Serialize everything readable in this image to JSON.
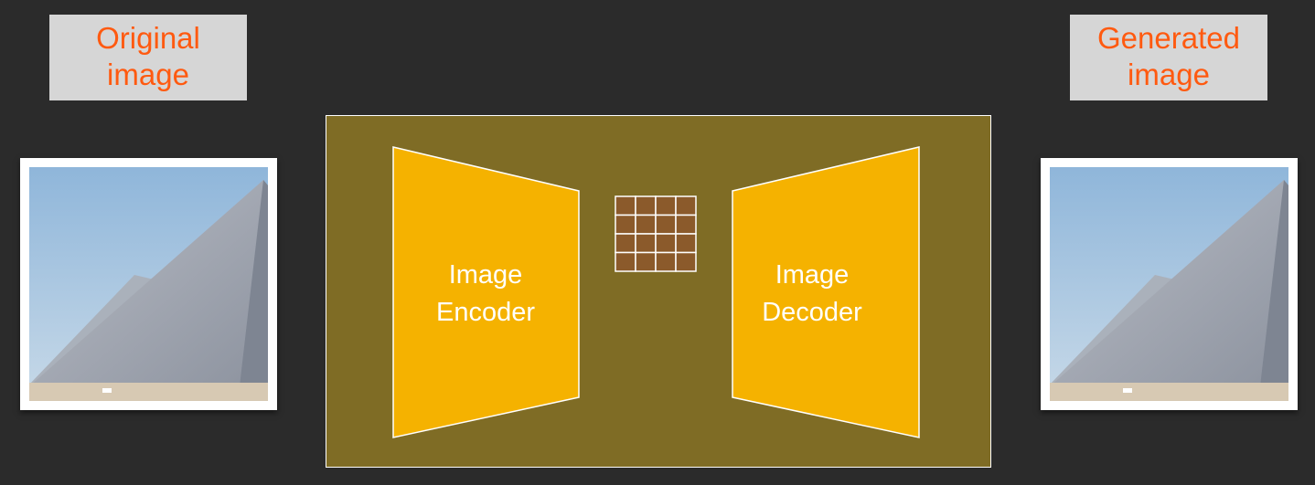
{
  "labels": {
    "original": {
      "line1": "Original",
      "line2": "image"
    },
    "generated": {
      "line1": "Generated",
      "line2": "image"
    }
  },
  "model": {
    "encoder": {
      "line1": "Image",
      "line2": "Encoder"
    },
    "decoder": {
      "line1": "Image",
      "line2": "Decoder"
    },
    "latent_grid": {
      "rows": 4,
      "cols": 4
    }
  },
  "colors": {
    "background": "#2b2b2b",
    "label_text": "#ff5a10",
    "label_box": "#d6d6d6",
    "model_box": "#7f6c25",
    "block_fill": "#f5b200",
    "grid_cell": "#8b5a2b"
  }
}
